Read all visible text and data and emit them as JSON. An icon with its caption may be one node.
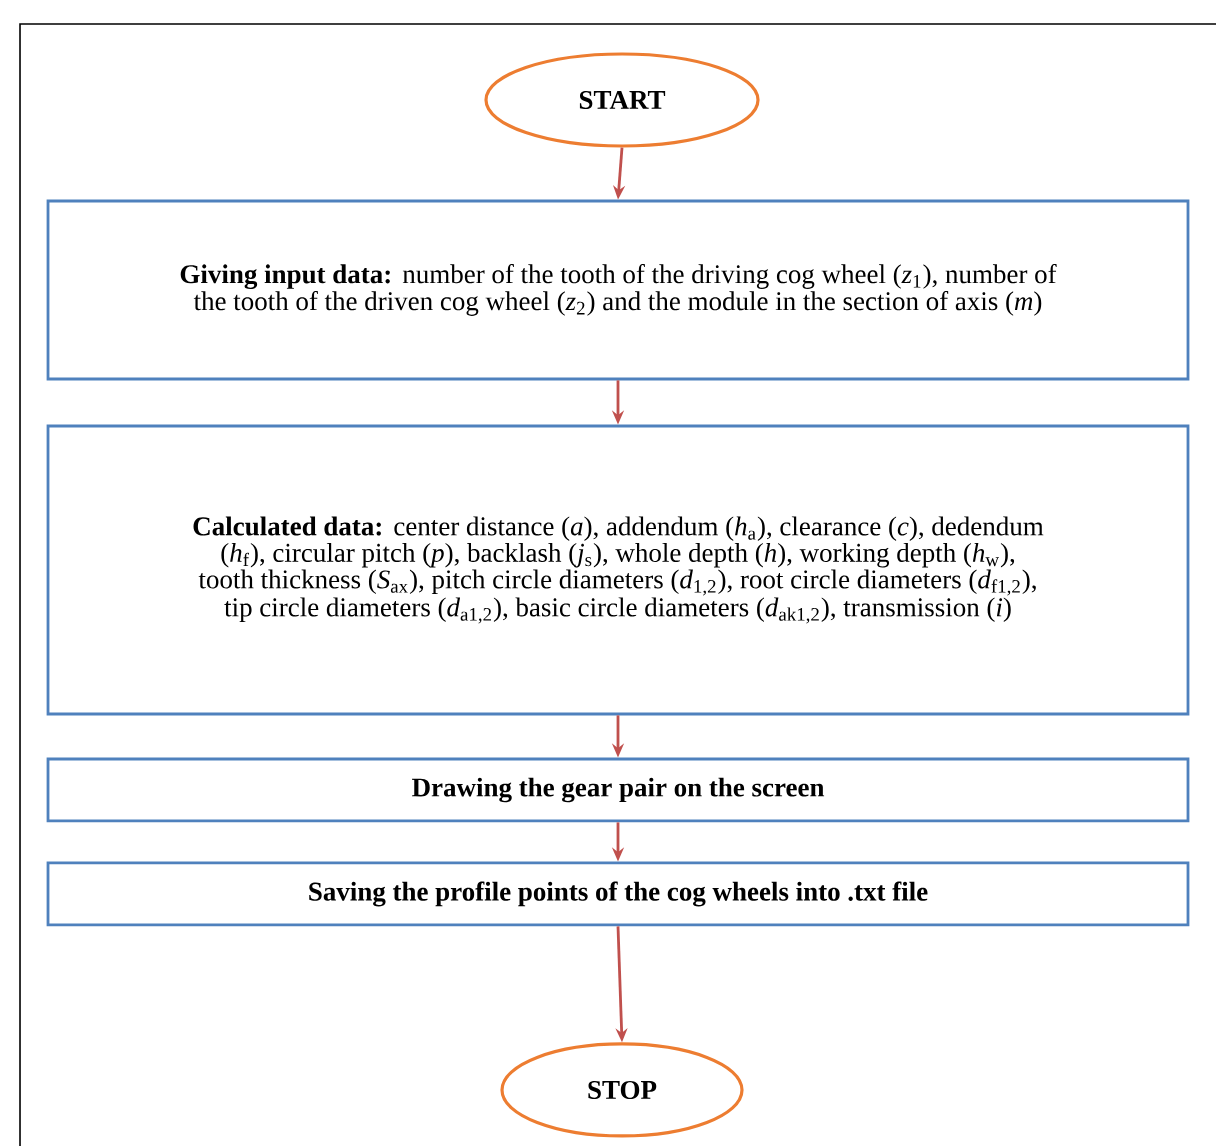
{
  "diagram": {
    "nodes": [
      {
        "text": [
          "START"
        ]
      },
      {
        "text": [
          "**Giving input data:** number of the tooth of the driving cog wheel (*z*$_{1}$), number of the tooth of the driven cog wheel (*z*$_{2}$) and the module in the section of axis (*m*)"
        ]
      },
      {
        "text": [
          "**Calculated data:** center distance (*a*), addendum (*h*$_{a}$), clearance (*c*), dedendum (*h*$_{f}$), circular pitch (*p*), backlash (*j*$_{s}$), whole depth (*h*), working depth (*h*$_{w}$), tooth thickness (*S*$_{ax}$), pitch circle diameters (*d*$_{1,2}$), root circle diameters (*d*$_{f1,2}$), tip circle diameters (*d*$_{a1,2}$), basic circle diameters (*d*$_{ak1,2}$), transmission (*i*)"
        ]
      },
      {
        "text": [
          "Drawing the gear pair on the screen"
        ]
      },
      {
        "text": [
          "Saving the profile points of the cog wheels into .txt file"
        ]
      },
      {
        "text": [
          "STOP"
        ]
      }
    ],
    "edges": [
      {
        "from": 0,
        "to": 1,
        "arrow": "to"
      },
      {
        "from": 1,
        "to": 2,
        "arrow": "to"
      },
      {
        "from": 2,
        "to": 3,
        "arrow": "to"
      },
      {
        "from": 3,
        "to": 4,
        "arrow": "to"
      },
      {
        "from": 4,
        "to": 5,
        "arrow": "to"
      }
    ]
  }
}
